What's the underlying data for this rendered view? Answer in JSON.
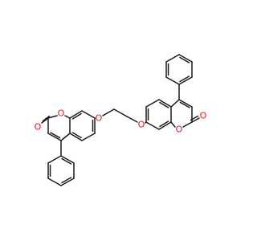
{
  "molecule": {
    "atom_labels": {
      "O1": "O",
      "O2": "O",
      "O3": "O",
      "O4": "O",
      "O5": "O",
      "O6": "O"
    },
    "colors": {
      "bond": "#1a1a1a",
      "oxygen": "#e8111a",
      "background": "#ffffff"
    }
  }
}
